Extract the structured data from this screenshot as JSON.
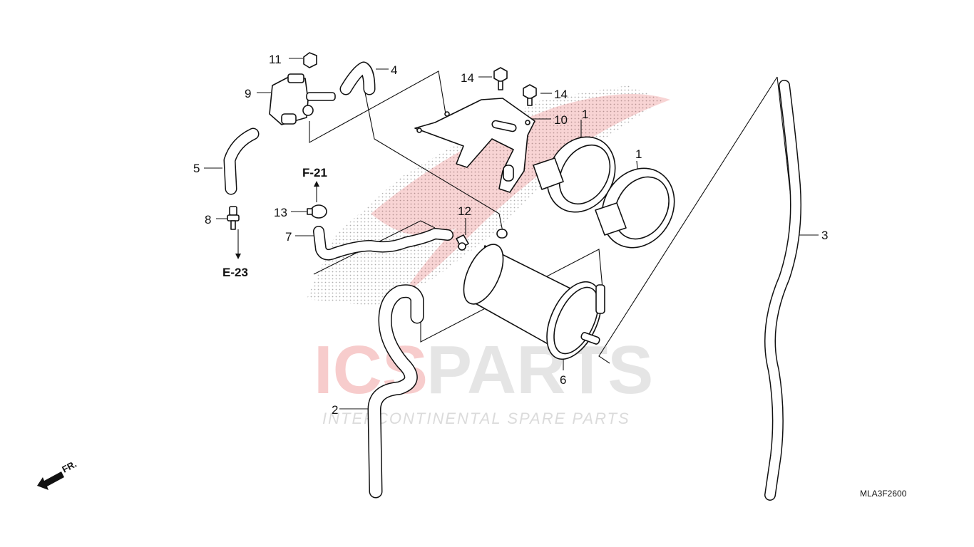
{
  "diagram": {
    "drawing_code": "MLA3F2600",
    "front_label": "FR.",
    "refs": {
      "f21": "F-21",
      "e23": "E-23"
    },
    "watermark": {
      "brand_left": "ICS",
      "brand_right": "PARTS",
      "tagline": "INTERCONTINENTAL SPARE PARTS",
      "colors": {
        "red": "#e03a3a",
        "grey": "#9a9a9a"
      }
    },
    "callouts": {
      "c1a": "1",
      "c1b": "1",
      "c2": "2",
      "c3": "3",
      "c4": "4",
      "c5": "5",
      "c6": "6",
      "c7": "7",
      "c8": "8",
      "c9": "9",
      "c10": "10",
      "c11": "11",
      "c12": "12",
      "c13": "13",
      "c14a": "14",
      "c14b": "14"
    }
  }
}
